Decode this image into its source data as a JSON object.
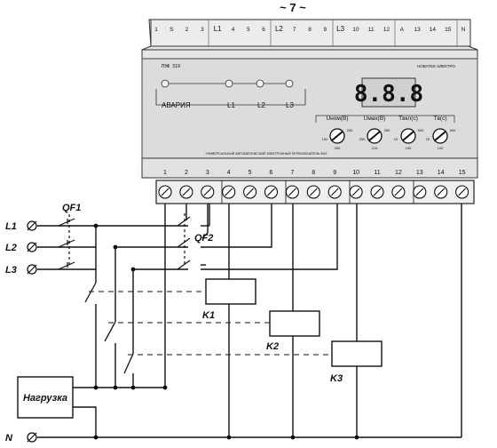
{
  "device": {
    "number": "~ 7 ~",
    "top_terminals": [
      "1",
      "S",
      "2",
      "3",
      "L1",
      "4",
      "5",
      "6",
      "L2",
      "7",
      "8",
      "9",
      "L3",
      "10",
      "11",
      "12",
      "A",
      "13",
      "14",
      "15",
      "N"
    ],
    "model": "ПЭФ 319",
    "brand": "НОВАТЕК-ЭЛЕКТРО",
    "indicator_labels": [
      "АВАРИЯ",
      "L1",
      "L2",
      "L3"
    ],
    "display": "8.8.8",
    "knob_labels": [
      "Uном(В)",
      "Uмах(В)",
      "Tвкл(с)",
      "Tв(с)"
    ],
    "knob_ticks": [
      [
        "150",
        "250",
        "200"
      ],
      [
        "250",
        "210",
        "280"
      ],
      [
        "10",
        "100",
        "600"
      ],
      [
        "20",
        "100",
        "500"
      ]
    ],
    "caption": "УНИВЕРСАЛЬНЫЙ АВТОМАТИЧЕСКИЙ ЭЛЕКТРОННЫЙ ПЕРЕКЛЮЧАТЕЛЬ ФАЗ",
    "bottom_terminals": [
      "1",
      "2",
      "3",
      "4",
      "5",
      "6",
      "7",
      "8",
      "9",
      "10",
      "11",
      "12",
      "13",
      "14",
      "15"
    ]
  },
  "lines": [
    "L1",
    "L2",
    "L3",
    "N"
  ],
  "breakers": [
    "QF1",
    "QF2"
  ],
  "contactors": [
    "K1",
    "K2",
    "K3"
  ],
  "load": "Нагрузка"
}
